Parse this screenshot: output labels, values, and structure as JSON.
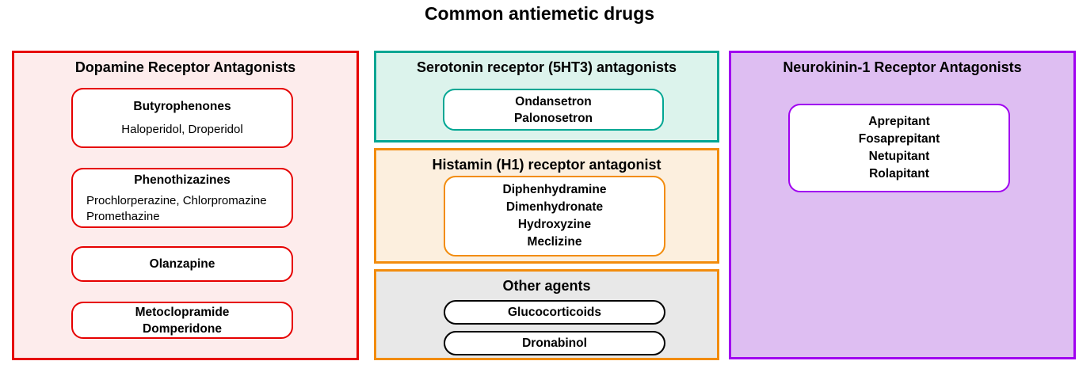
{
  "title": "Common antiemetic drugs",
  "colors": {
    "dopamine_border": "#E60000",
    "dopamine_bg": "#FDECEC",
    "serotonin_border": "#00A693",
    "serotonin_bg": "#DCF3EC",
    "histamine_border": "#F28C0D",
    "histamine_bg": "#FCEFDE",
    "other_border": "#F28C0D",
    "other_bg": "#E8E8E8",
    "nk1_border": "#A000F0",
    "nk1_bg": "#DEBEF2",
    "pill_border": "#000000"
  },
  "dopamine": {
    "title": "Dopamine Receptor Antagonists",
    "butyrophenones": {
      "title": "Butyrophenones",
      "drugs": "Haloperidol, Droperidol"
    },
    "phenothizazines": {
      "title": "Phenothizazines",
      "drugs_line1": "Prochlorperazine, Chlorpromazine",
      "drugs_line2": "Promethazine"
    },
    "olanzapine": {
      "title": "Olanzapine"
    },
    "metoclopramide": {
      "line1": "Metoclopramide",
      "line2": "Domperidone"
    }
  },
  "serotonin": {
    "title": "Serotonin receptor (5HT3) antagonists",
    "drugs": [
      "Ondansetron",
      "Palonosetron"
    ]
  },
  "histamine": {
    "title": "Histamin (H1) receptor antagonist",
    "drugs": [
      "Diphenhydramine",
      "Dimenhydronate",
      "Hydroxyzine",
      "Meclizine"
    ]
  },
  "other": {
    "title": "Other agents",
    "pills": [
      "Glucocorticoids",
      "Dronabinol"
    ]
  },
  "nk1": {
    "title": "Neurokinin-1 Receptor Antagonists",
    "drugs": [
      "Aprepitant",
      "Fosaprepitant",
      "Netupitant",
      "Rolapitant"
    ]
  }
}
